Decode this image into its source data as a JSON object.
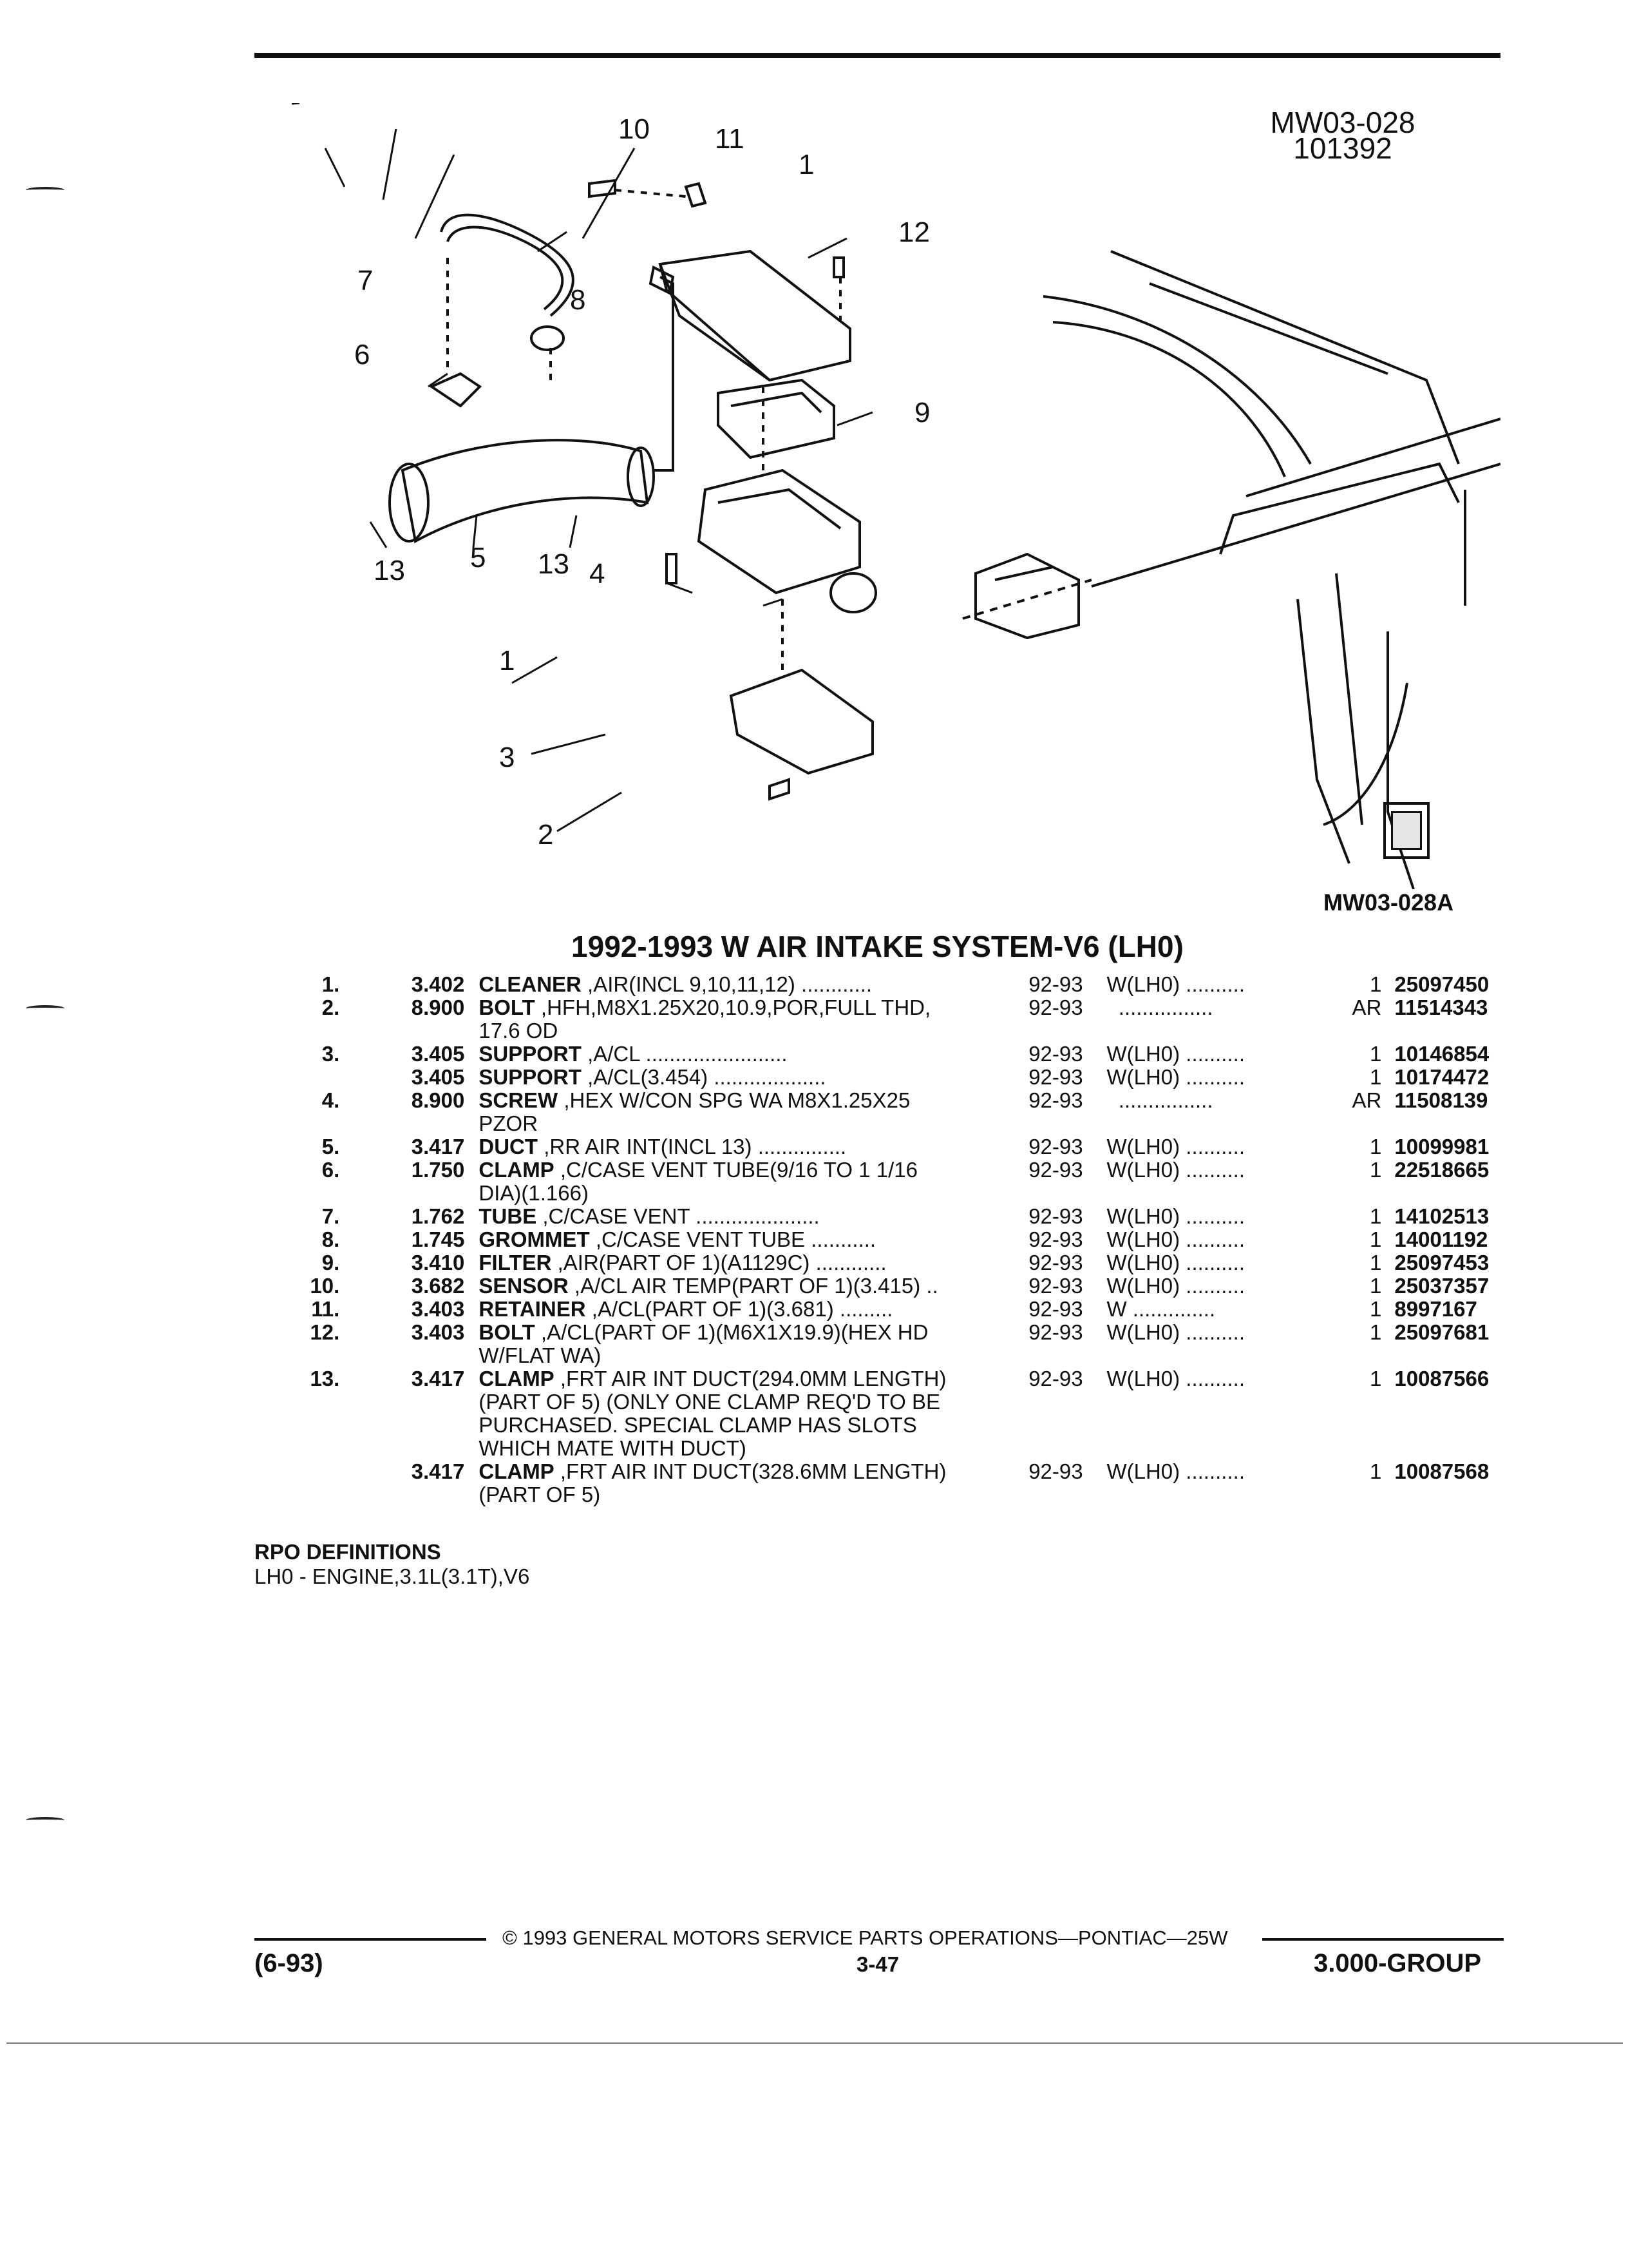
{
  "header": {
    "ref_code": "MW03-028",
    "ref_date": "101392"
  },
  "diagram": {
    "id_label": "MW03-028A",
    "logo_icon": "gm-spo-logo",
    "callouts": [
      "10",
      "11",
      "1",
      "12",
      "7",
      "8",
      "6",
      "9",
      "13",
      "5",
      "13",
      "4",
      "1",
      "3",
      "2"
    ]
  },
  "section": {
    "title": "1992-1993 W AIR INTAKE SYSTEM-V6 (LH0)"
  },
  "parts": [
    {
      "num": "1.",
      "grp": "3.402",
      "name": "CLEANER",
      "desc": " ,AIR(INCL 9,10,11,12) ............",
      "year": "92-93",
      "model": "W(LH0) ..........",
      "qty": "1",
      "pn": "25097450"
    },
    {
      "num": "2.",
      "grp": "8.900",
      "name": "BOLT",
      "desc": " ,HFH,M8X1.25X20,10.9,POR,FULL THD,\n17.6 OD",
      "year": "92-93",
      "model": "  ................",
      "qty": "AR",
      "pn": "11514343"
    },
    {
      "num": "3.",
      "grp": "3.405",
      "name": "SUPPORT",
      "desc": " ,A/CL ........................",
      "year": "92-93",
      "model": "W(LH0) ..........",
      "qty": "1",
      "pn": "10146854"
    },
    {
      "num": "",
      "grp": "3.405",
      "name": "SUPPORT",
      "desc": " ,A/CL(3.454) ...................",
      "year": "92-93",
      "model": "W(LH0) ..........",
      "qty": "1",
      "pn": "10174472"
    },
    {
      "num": "4.",
      "grp": "8.900",
      "name": "SCREW",
      "desc": " ,HEX W/CON SPG WA M8X1.25X25\nPZOR",
      "year": "92-93",
      "model": "  ................",
      "qty": "AR",
      "pn": "11508139"
    },
    {
      "num": "5.",
      "grp": "3.417",
      "name": "DUCT",
      "desc": " ,RR AIR INT(INCL 13) ...............",
      "year": "92-93",
      "model": "W(LH0) ..........",
      "qty": "1",
      "pn": "10099981"
    },
    {
      "num": "6.",
      "grp": "1.750",
      "name": "CLAMP",
      "desc": " ,C/CASE VENT TUBE(9/16 TO 1 1/16\nDIA)(1.166)",
      "year": "92-93",
      "model": "W(LH0) ..........",
      "qty": "1",
      "pn": "22518665"
    },
    {
      "num": "7.",
      "grp": "1.762",
      "name": "TUBE",
      "desc": " ,C/CASE VENT .....................",
      "year": "92-93",
      "model": "W(LH0) ..........",
      "qty": "1",
      "pn": "14102513"
    },
    {
      "num": "8.",
      "grp": "1.745",
      "name": "GROMMET",
      "desc": " ,C/CASE VENT TUBE ...........",
      "year": "92-93",
      "model": "W(LH0) ..........",
      "qty": "1",
      "pn": "14001192"
    },
    {
      "num": "9.",
      "grp": "3.410",
      "name": "FILTER",
      "desc": " ,AIR(PART OF 1)(A1129C) ............",
      "year": "92-93",
      "model": "W(LH0) ..........",
      "qty": "1",
      "pn": "25097453"
    },
    {
      "num": "10.",
      "grp": "3.682",
      "name": "SENSOR",
      "desc": " ,A/CL AIR TEMP(PART OF 1)(3.415) ..",
      "year": "92-93",
      "model": "W(LH0) ..........",
      "qty": "1",
      "pn": "25037357"
    },
    {
      "num": "11.",
      "grp": "3.403",
      "name": "RETAINER",
      "desc": " ,A/CL(PART OF 1)(3.681) .........",
      "year": "92-93",
      "model": "W ..............",
      "qty": "1",
      "pn": "8997167"
    },
    {
      "num": "12.",
      "grp": "3.403",
      "name": "BOLT",
      "desc": " ,A/CL(PART OF 1)(M6X1X19.9)(HEX HD\nW/FLAT WA)",
      "year": "92-93",
      "model": "W(LH0) ..........",
      "qty": "1",
      "pn": "25097681"
    },
    {
      "num": "13.",
      "grp": "3.417",
      "name": "CLAMP",
      "desc": " ,FRT AIR INT DUCT(294.0MM LENGTH)\n(PART OF 5) (ONLY ONE CLAMP REQ'D TO BE\nPURCHASED. SPECIAL CLAMP HAS SLOTS\nWHICH MATE WITH DUCT)",
      "year": "92-93",
      "model": "W(LH0) ..........",
      "qty": "1",
      "pn": "10087566"
    },
    {
      "num": "",
      "grp": "3.417",
      "name": "CLAMP",
      "desc": " ,FRT AIR INT DUCT(328.6MM LENGTH)\n(PART OF 5)",
      "year": "92-93",
      "model": "W(LH0) ..........",
      "qty": "1",
      "pn": "10087568"
    }
  ],
  "rpo": {
    "title": "RPO DEFINITIONS",
    "definition": "LH0 - ENGINE,3.1L(3.1T),V6"
  },
  "footer": {
    "copyright": "© 1993 GENERAL MOTORS SERVICE PARTS OPERATIONS—PONTIAC—25W",
    "date": "(6-93)",
    "page": "3-47",
    "group": "3.000-GROUP"
  }
}
